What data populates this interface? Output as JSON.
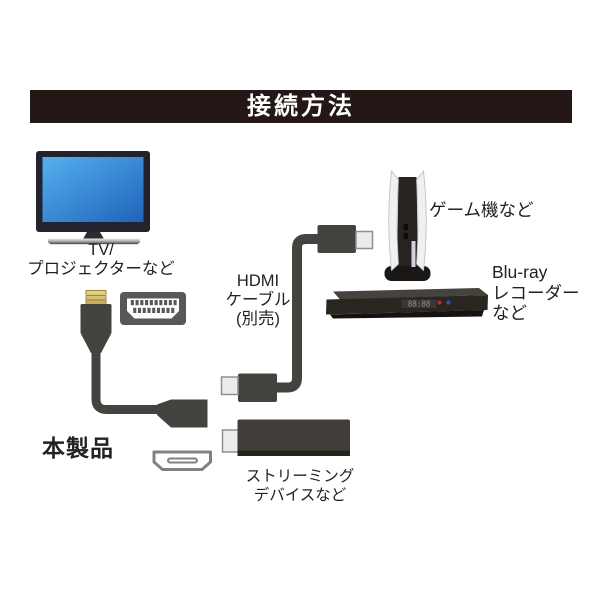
{
  "header": {
    "title": "接続方法"
  },
  "product": {
    "label": "本製品"
  },
  "cable": {
    "label_line1": "HDMI",
    "label_line2": "ケーブル",
    "label_line3": "(別売)"
  },
  "devices": {
    "tv": {
      "label_line1": "TV/",
      "label_line2": "プロジェクターなど"
    },
    "game_console": {
      "label": "ゲーム機など"
    },
    "bluray": {
      "label_line1": "Blu-ray",
      "label_line2": "レコーダー",
      "label_line3": "など",
      "display_text": "88:88"
    },
    "streaming": {
      "label_line1": "ストリーミング",
      "label_line2": "デバイスなど"
    }
  },
  "icons": [
    "tv-icon",
    "hdmi-port-icon",
    "hdmi-female-port-icon",
    "product-adapter-cable-icon",
    "hdmi-cable-icon",
    "game-console-icon",
    "bluray-recorder-icon",
    "streaming-stick-icon"
  ],
  "colors": {
    "header_bg": "#231815",
    "header_fg": "#ffffff",
    "device_dark": "#454340",
    "connector_tip_light": "#ececec",
    "gold_plug": "#d9c47c",
    "tv_screen_top": "#4fa8e8",
    "tv_screen_bottom": "#2268c0",
    "record_dot_red": "#c3272b",
    "record_dot_blue": "#2a52be"
  }
}
